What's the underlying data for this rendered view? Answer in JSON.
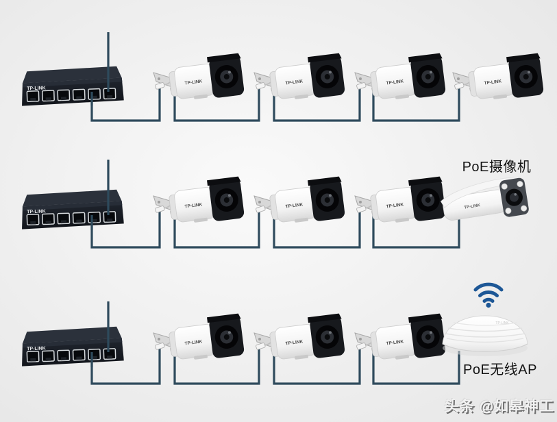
{
  "brand": {
    "switch": "TP-LINK",
    "camera": "TP-LINK",
    "ap": "TP-LINK"
  },
  "labels": {
    "poe_camera": "PoE摄像机",
    "poe_wireless_ap": "PoE无线AP"
  },
  "watermark": {
    "text": "头条 @如皋神工"
  },
  "colors": {
    "cable": "#2e4a5c",
    "wifi_icon": "#1d5796",
    "label_text": "#141414",
    "background": "#eeeeee"
  },
  "topology": {
    "rows": [
      {
        "name": "row-1",
        "devices": [
          "PoE switch",
          "camera",
          "camera",
          "camera",
          "camera"
        ]
      },
      {
        "name": "row-2",
        "devices": [
          "PoE switch",
          "camera",
          "camera",
          "camera",
          "PoE摄像机"
        ]
      },
      {
        "name": "row-3",
        "devices": [
          "PoE switch",
          "camera",
          "camera",
          "camera",
          "PoE无线AP"
        ]
      }
    ]
  }
}
